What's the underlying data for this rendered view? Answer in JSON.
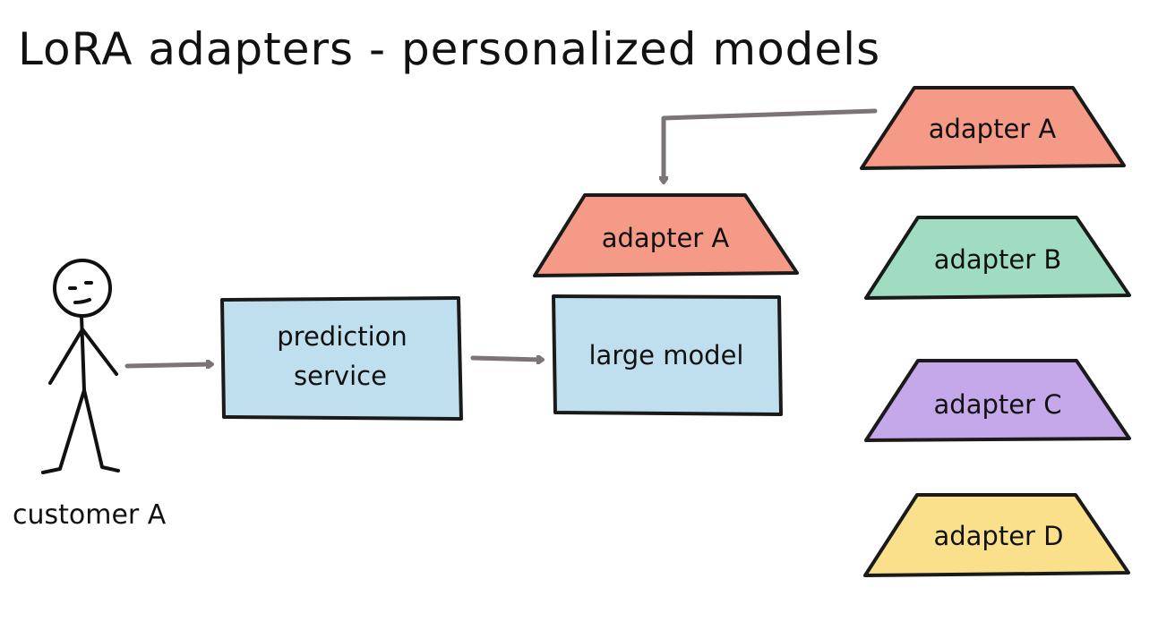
{
  "title": "LoRA adapters - personalized models",
  "customer": {
    "label": "customer A"
  },
  "prediction_service": {
    "line1": "prediction",
    "line2": "service"
  },
  "large_model": {
    "label": "large model"
  },
  "mounted_adapter": {
    "label": "adapter A",
    "color": "#f59a86"
  },
  "adapters": [
    {
      "label": "adapter A",
      "color": "#f59a86"
    },
    {
      "label": "adapter B",
      "color": "#9fdcc2"
    },
    {
      "label": "adapter C",
      "color": "#c5a8ea"
    },
    {
      "label": "adapter D",
      "color": "#fbe08c"
    }
  ],
  "colors": {
    "box_fill": "#bfdfee",
    "arrow": "#7d7478",
    "outline": "#1a1a1a"
  }
}
